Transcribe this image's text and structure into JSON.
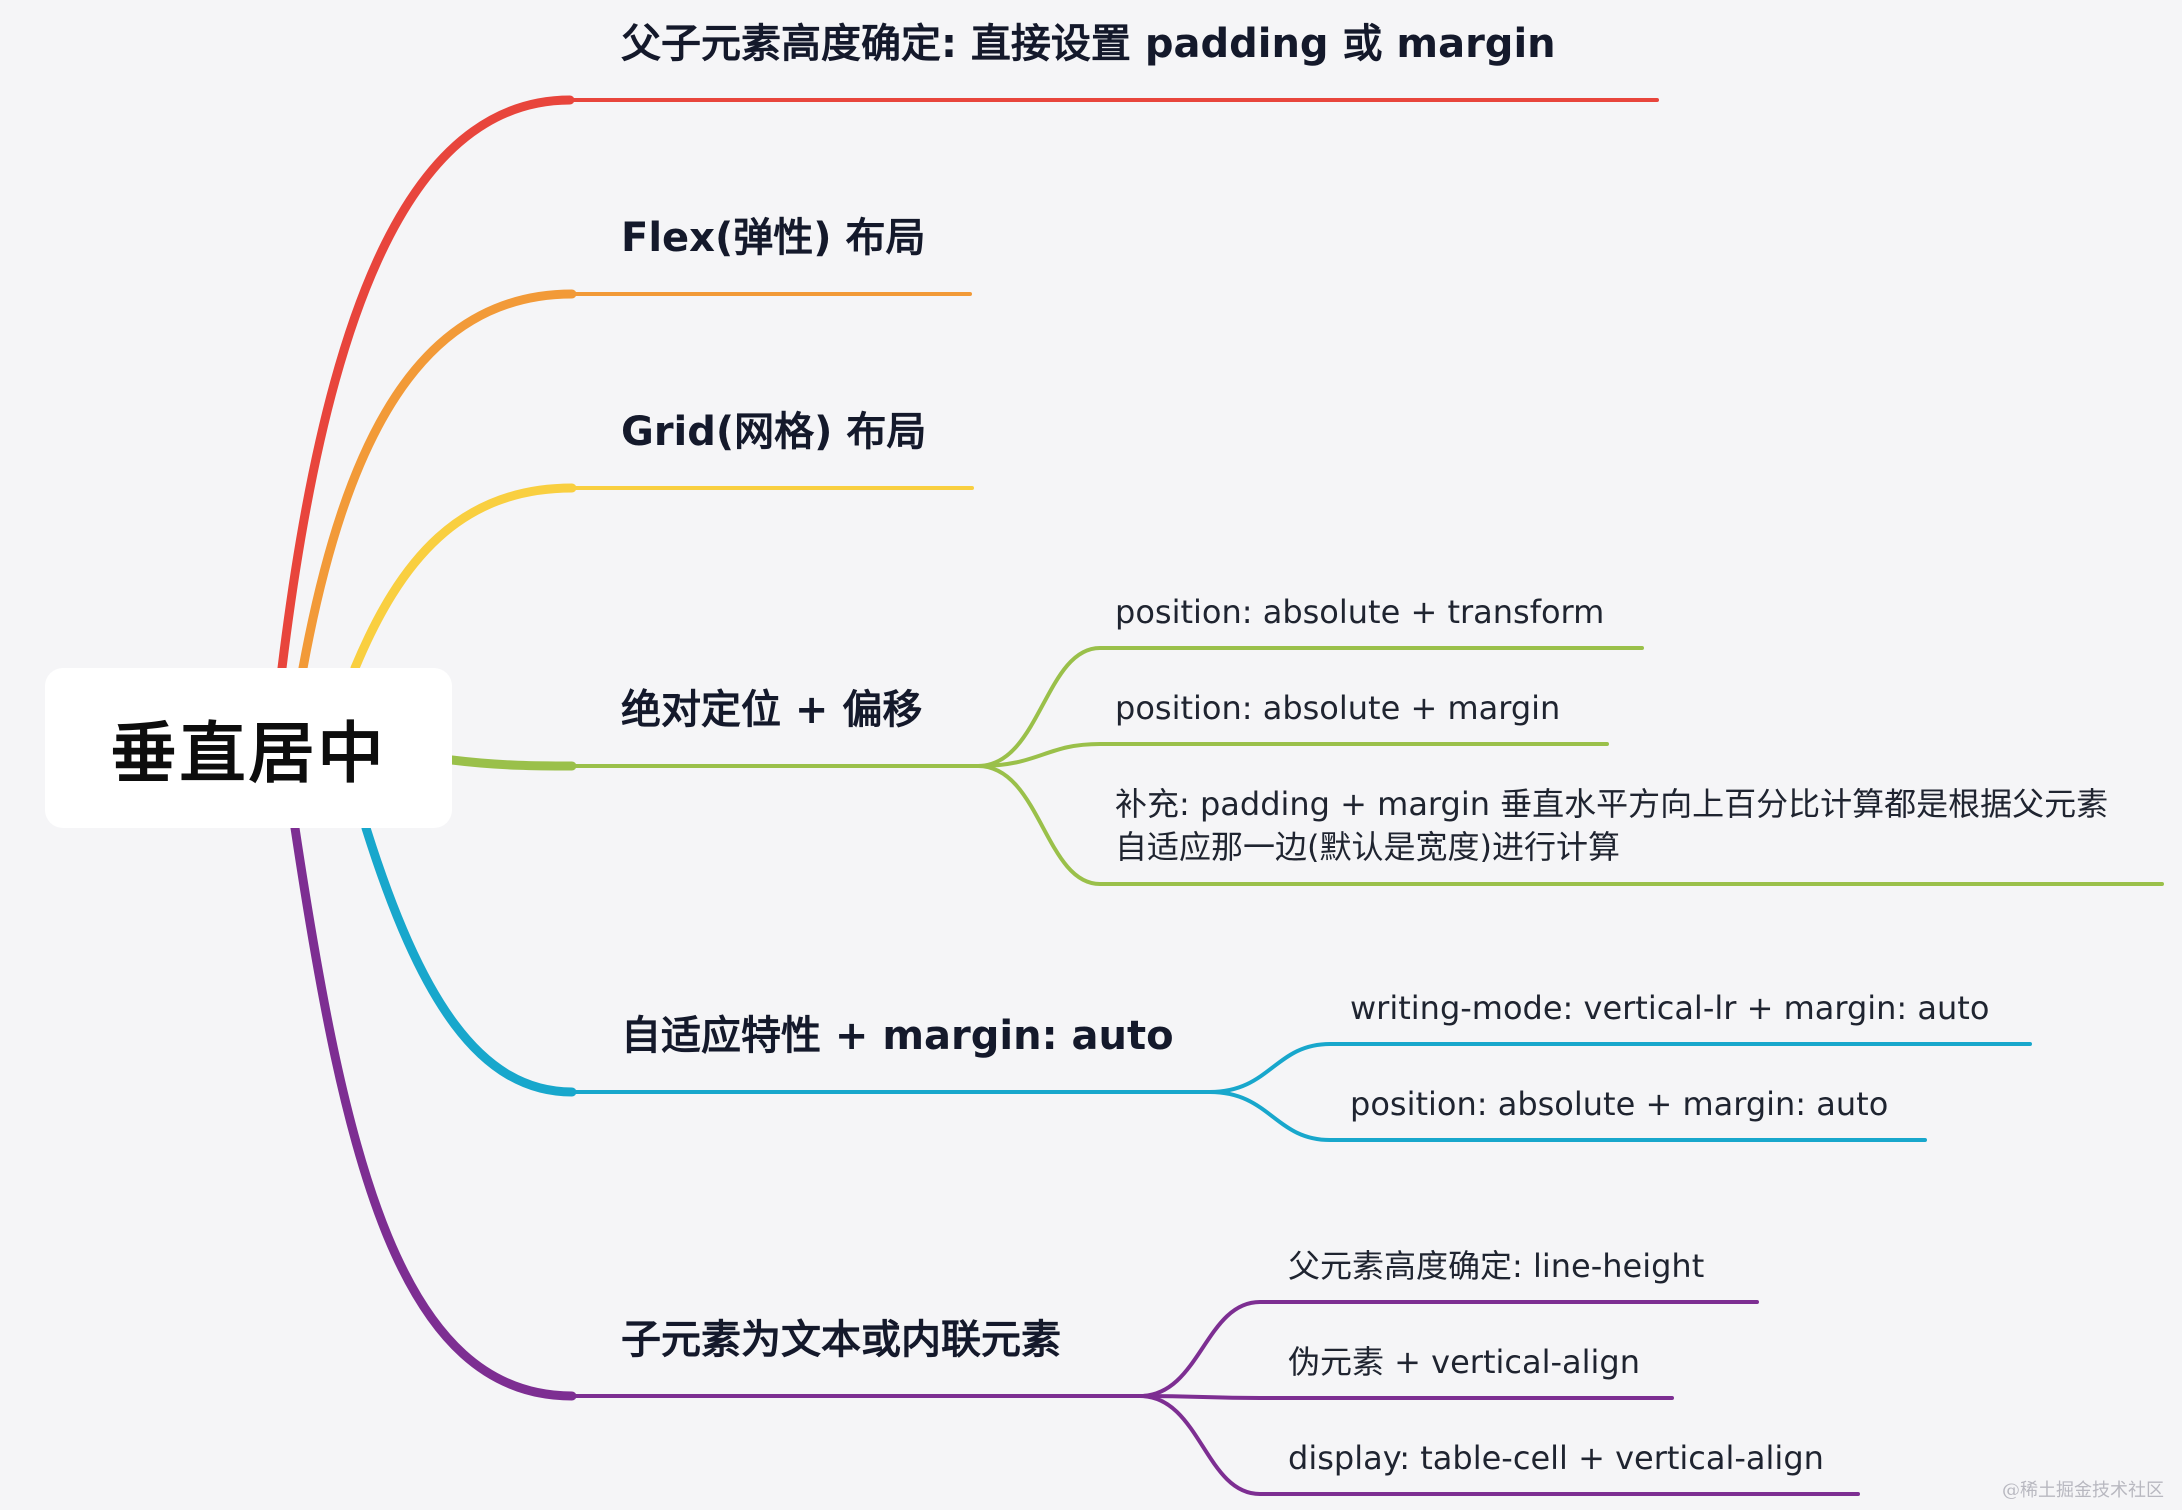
{
  "root": {
    "label": "垂直居中"
  },
  "colors": {
    "red": "#e8453c",
    "orange": "#f29a38",
    "yellow": "#f9cf40",
    "green": "#9ac04a",
    "cyan": "#18a7cc",
    "purple": "#7d2e92"
  },
  "branches": [
    {
      "label": "父子元素高度确定:  直接设置 padding 或 margin",
      "color": "red",
      "children": []
    },
    {
      "label": "Flex(弹性) 布局",
      "color": "orange",
      "children": []
    },
    {
      "label": "Grid(网格) 布局",
      "color": "yellow",
      "children": []
    },
    {
      "label": "绝对定位 + 偏移",
      "color": "green",
      "children": [
        {
          "label": "position: absolute  +  transform"
        },
        {
          "label": "position: absolute   +  margin"
        },
        {
          "label": "补充:  padding  +  margin 垂直水平方向上百分比计算都是根据父元素自适应那一边(默认是宽度)进行计算"
        }
      ]
    },
    {
      "label": "自适应特性 + margin: auto",
      "color": "cyan",
      "children": [
        {
          "label": "writing-mode: vertical-lr  +  margin: auto"
        },
        {
          "label": "position: absolute  +  margin: auto"
        }
      ]
    },
    {
      "label": "子元素为文本或内联元素",
      "color": "purple",
      "children": [
        {
          "label": "父元素高度确定:   line-height"
        },
        {
          "label": "伪元素  +  vertical-align"
        },
        {
          "label": "display: table-cell  +  vertical-align"
        }
      ]
    }
  ],
  "watermark": "@稀土掘金技术社区"
}
